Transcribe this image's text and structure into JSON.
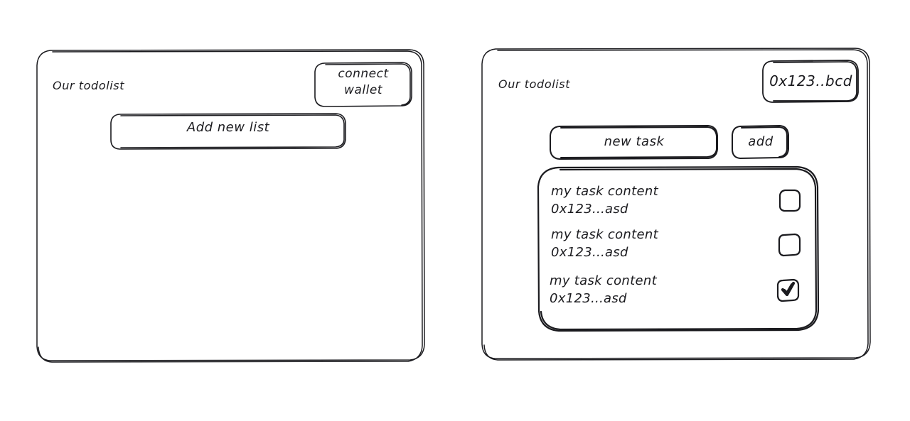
{
  "meta": {
    "style": "hand-drawn wireframe",
    "background_color": "#ffffff",
    "stroke_color": "#1b1b1f"
  },
  "panels": [
    {
      "id": "panel-connect",
      "title": "Our todolist",
      "wallet_button": {
        "name": "connect-wallet-button",
        "label_line1": "connect",
        "label_line2": "wallet"
      },
      "primary_action": {
        "name": "add-new-list-button",
        "label": "Add new list"
      }
    },
    {
      "id": "panel-tasks",
      "title": "Our todolist",
      "wallet_badge": {
        "name": "wallet-address-badge",
        "label": "0x123..bcd"
      },
      "new_task_input": {
        "name": "new-task-input",
        "value": "new task",
        "placeholder": "new task"
      },
      "add_button": {
        "name": "add-task-button",
        "label": "add"
      },
      "task_list": {
        "name": "task-list-card",
        "items": [
          {
            "content": "my task content",
            "address": "0x123...asd",
            "checked": false
          },
          {
            "content": "my task content",
            "address": "0x123...asd",
            "checked": false
          },
          {
            "content": "my task content",
            "address": "0x123...asd",
            "checked": true
          }
        ]
      }
    }
  ]
}
